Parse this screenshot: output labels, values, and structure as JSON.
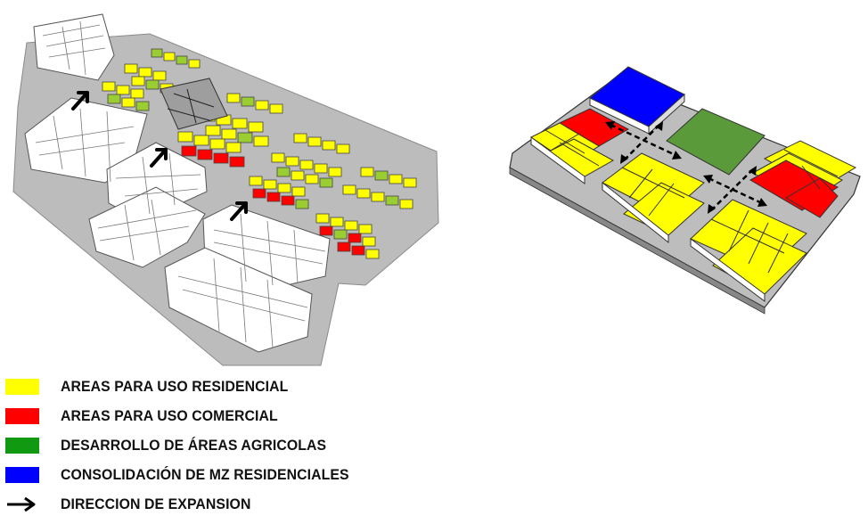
{
  "legend": {
    "items": [
      {
        "label": "AREAS PARA USO RESIDENCIAL",
        "color": "#ffff00",
        "kind": "swatch"
      },
      {
        "label": "AREAS PARA USO COMERCIAL",
        "color": "#ff0000",
        "kind": "swatch"
      },
      {
        "label": "DESARROLLO DE ÁREAS AGRICOLAS",
        "color": "#119911",
        "kind": "swatch"
      },
      {
        "label": "CONSOLIDACIÓN DE MZ RESIDENCIALES",
        "color": "#0000ff",
        "kind": "swatch"
      },
      {
        "label": "DIRECCION DE EXPANSION",
        "color": "#000000",
        "kind": "arrow-icon"
      }
    ]
  },
  "palette": {
    "residential": "#ffff00",
    "commercial": "#ff0000",
    "agricultural": "#5a9a3a",
    "consolidation": "#0000ff",
    "ground": "#bdbdbd",
    "existing_blocks": "#ffffff"
  }
}
